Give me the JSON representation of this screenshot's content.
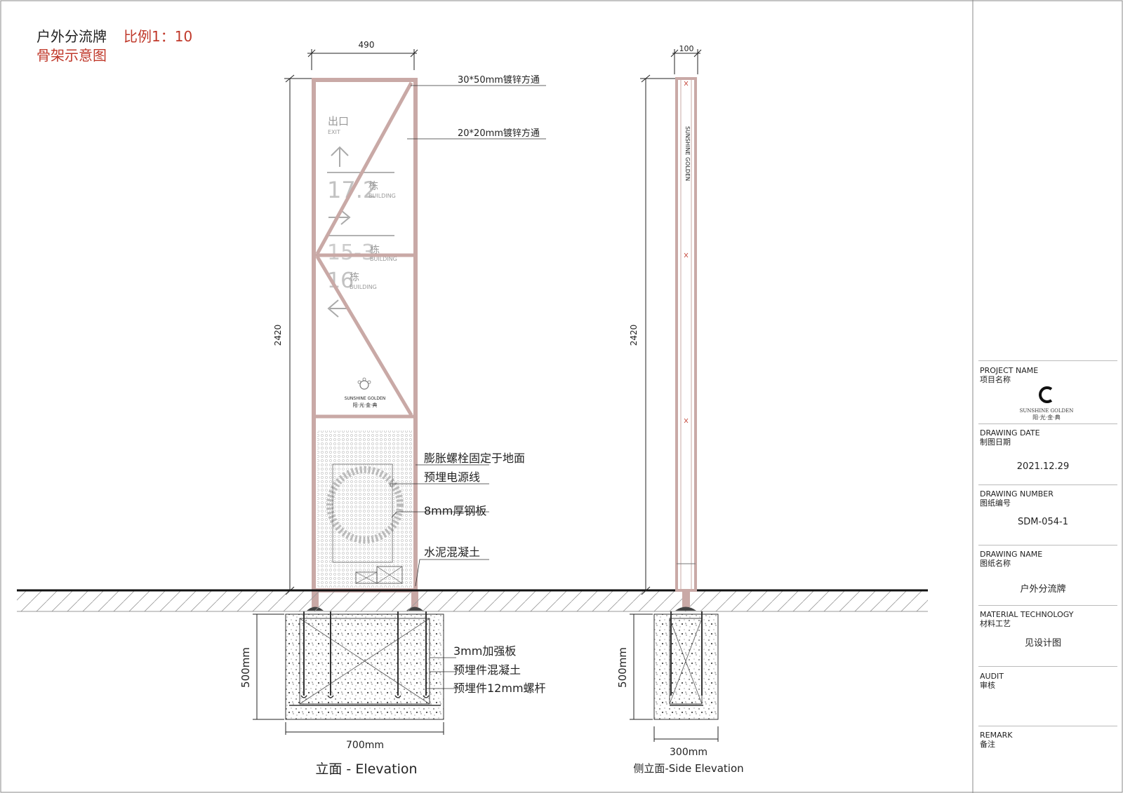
{
  "title": {
    "main": "户外分流牌",
    "scale": "比例1：10",
    "sub": "骨架示意图"
  },
  "front": {
    "width_dim": "490",
    "height_dim": "2420",
    "sign": {
      "exit_cn": "出口",
      "exit_en": "EXIT",
      "row1_num": "17.2",
      "row1_cn": "栋",
      "row1_en": "BUILDING",
      "row2_num": "15-3",
      "row2_cn": "栋",
      "row2_en": "BUILDING",
      "row3_num": "16",
      "row3_cn": "栋",
      "row3_en": "BUILDING",
      "logo_en": "SUNSHINE GOLDEN",
      "logo_cn": "阳·光·金·典"
    },
    "callouts": [
      "30*50mm镀锌方通",
      "20*20mm镀锌方通",
      "膨胀螺栓固定于地面",
      "预埋电源线",
      "8mm厚钢板",
      "水泥混凝土",
      "3mm加强板",
      "预埋件混凝土",
      "预埋件12mm螺杆"
    ],
    "foundation_height": "500mm",
    "foundation_width": "700mm",
    "caption": "立面 - Elevation"
  },
  "side": {
    "width_dim": "100",
    "height_dim": "2420",
    "vertical_text": "SUNSHINE GOLDEN",
    "foundation_height": "500mm",
    "foundation_width": "300mm",
    "caption": "侧立面-Side Elevation"
  },
  "title_block": {
    "project_label_en": "PROJECT NAME",
    "project_label_cn": "项目名称",
    "logo_en": "SUNSHINE GOLDEN",
    "logo_cn": "阳·光·金·典",
    "date_label_en": "DRAWING DATE",
    "date_label_cn": "制图日期",
    "date_value": "2021.12.29",
    "number_label_en": "DRAWING NUMBER",
    "number_label_cn": "图纸编号",
    "number_value": "SDM-054-1",
    "name_label_en": "DRAWING NAME",
    "name_label_cn": "图纸名称",
    "name_value": "户外分流牌",
    "material_label_en": "MATERIAL TECHNOLOGY",
    "material_label_cn": "材料工艺",
    "material_value": "见设计图",
    "audit_label_en": "AUDIT",
    "audit_label_cn": "审核",
    "remark_label_en": "REMARK",
    "remark_label_cn": "备注"
  },
  "colors": {
    "frame": "#c9a9a6",
    "accent_red": "#c0392b",
    "ink": "#222222"
  }
}
